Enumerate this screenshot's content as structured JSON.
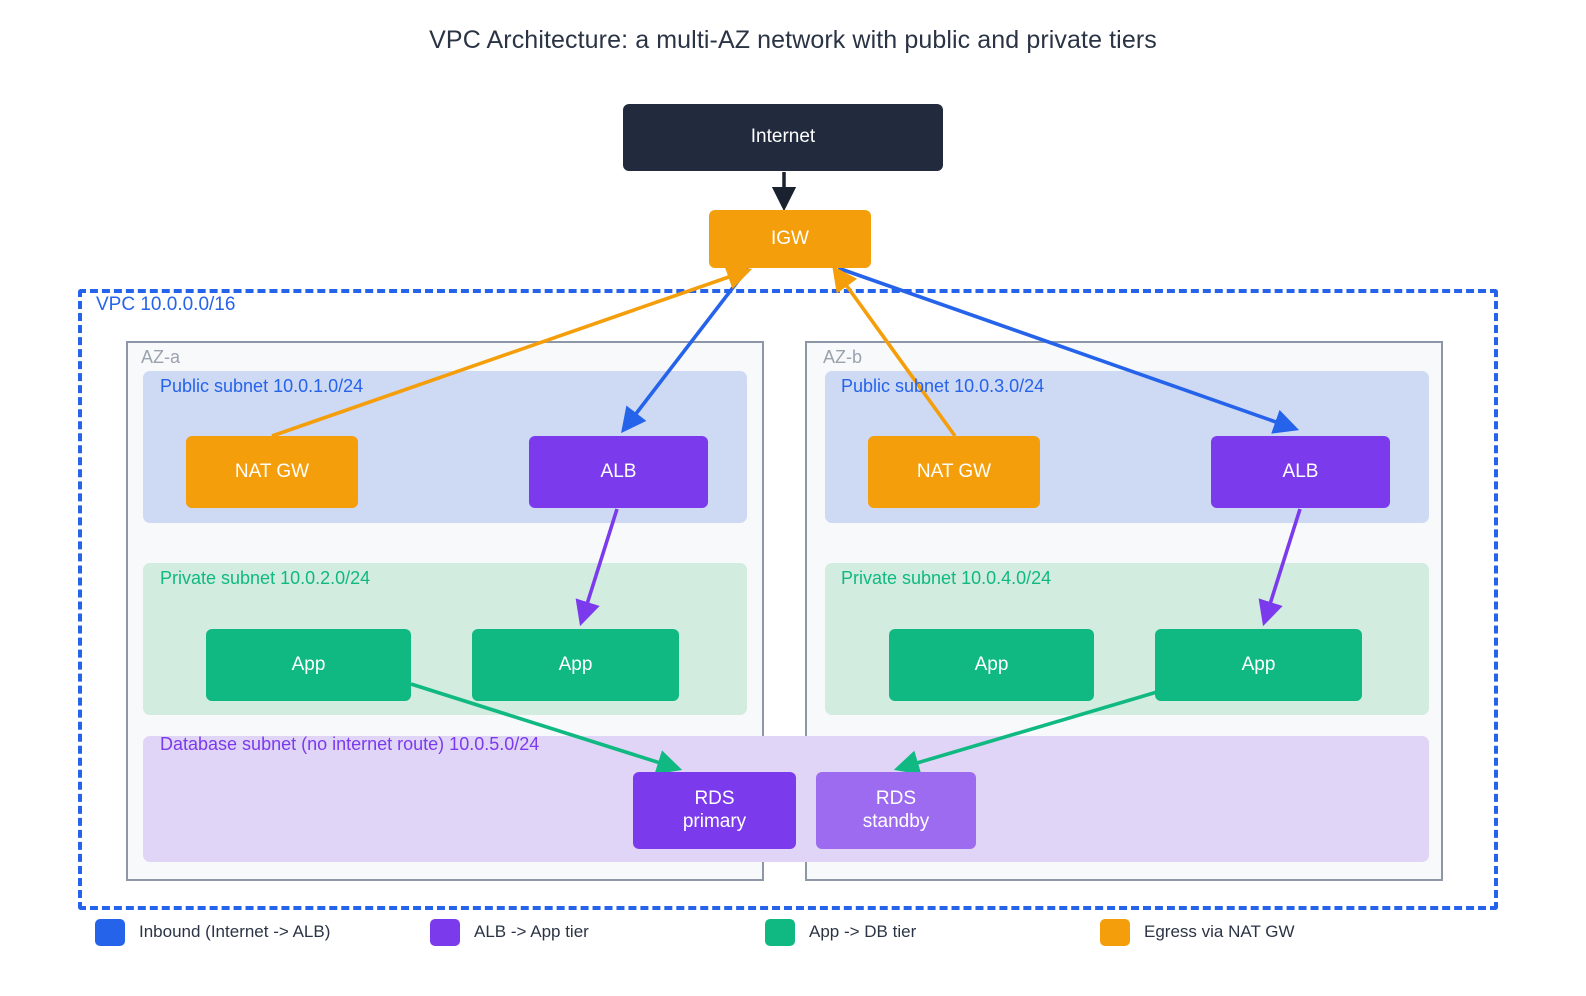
{
  "title": "VPC Architecture: a multi-AZ network with public and private tiers",
  "vpc": {
    "label": "VPC  10.0.0.0/16",
    "cidr": "10.0.0.0/16",
    "border_color": "#2563eb"
  },
  "external": {
    "internet": {
      "label": "Internet",
      "color": "#222b3d"
    },
    "igw": {
      "label": "IGW",
      "color": "#f59e0b"
    }
  },
  "azs": [
    {
      "name": "AZ-a",
      "subnets": [
        {
          "kind": "public",
          "label": "Public subnet  10.0.1.0/24",
          "cidr": "10.0.1.0/24",
          "fill": "#ced9f3",
          "text_color": "#2563eb",
          "nodes": [
            {
              "label": "NAT GW",
              "color": "#f59e0b"
            },
            {
              "label": "ALB",
              "color": "#7c3aed"
            }
          ]
        },
        {
          "kind": "private",
          "label": "Private subnet  10.0.2.0/24",
          "cidr": "10.0.2.0/24",
          "fill": "#d2ecdf",
          "text_color": "#10b981",
          "nodes": [
            {
              "label": "App",
              "color": "#10b981"
            },
            {
              "label": "App",
              "color": "#10b981"
            }
          ]
        }
      ]
    },
    {
      "name": "AZ-b",
      "subnets": [
        {
          "kind": "public",
          "label": "Public subnet  10.0.3.0/24",
          "cidr": "10.0.3.0/24",
          "fill": "#ced9f3",
          "text_color": "#2563eb",
          "nodes": [
            {
              "label": "NAT GW",
              "color": "#f59e0b"
            },
            {
              "label": "ALB",
              "color": "#7c3aed"
            }
          ]
        },
        {
          "kind": "private",
          "label": "Private subnet  10.0.4.0/24",
          "cidr": "10.0.4.0/24",
          "fill": "#d2ecdf",
          "text_color": "#10b981",
          "nodes": [
            {
              "label": "App",
              "color": "#10b981"
            },
            {
              "label": "App",
              "color": "#10b981"
            }
          ]
        }
      ]
    }
  ],
  "db_subnet": {
    "label": "Database subnet (no internet route)  10.0.5.0/24",
    "cidr": "10.0.5.0/24",
    "fill": "#e0d5f6",
    "text_color": "#7c3aed",
    "nodes": [
      {
        "label": "RDS\nprimary",
        "color": "#7c3aed"
      },
      {
        "label": "RDS\nstandby",
        "color": "#9d6bf0"
      }
    ]
  },
  "legend": [
    {
      "label": "Inbound (Internet -> ALB)",
      "color": "#2563eb"
    },
    {
      "label": "ALB -> App tier",
      "color": "#7c3aed"
    },
    {
      "label": "App -> DB tier",
      "color": "#10b981"
    },
    {
      "label": "Egress via NAT GW",
      "color": "#f59e0b"
    }
  ],
  "flows": {
    "internet_to_igw": "#1a2230",
    "igw_to_alb": "#2563eb",
    "alb_to_app": "#7c3aed",
    "app_to_db": "#10b981",
    "nat_to_igw": "#f59e0b"
  }
}
